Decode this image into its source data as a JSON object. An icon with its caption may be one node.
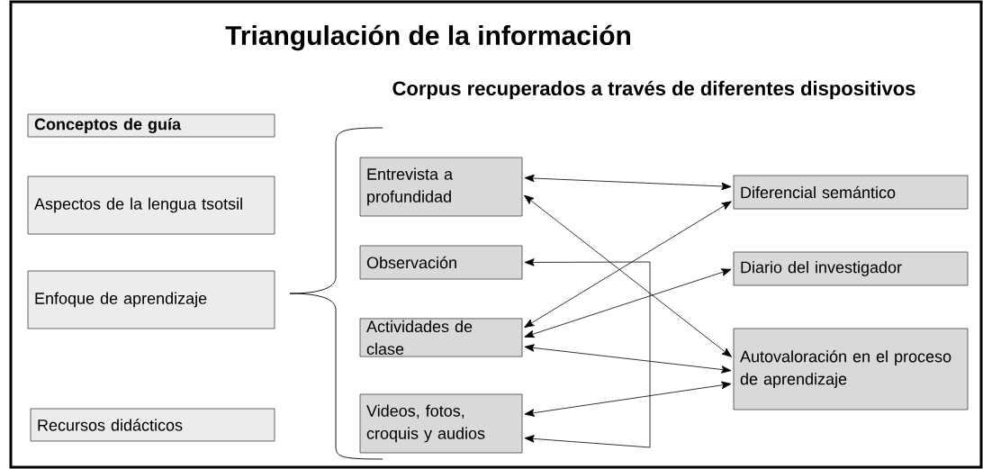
{
  "diagram": {
    "title": "Triangulación de la información",
    "nodes": [
      {
        "text": [
          "Conceptos de guía"
        ]
      },
      {
        "text": [
          "Aspectos de la lengua tsotsil"
        ]
      },
      {
        "text": [
          "Enfoque de aprendizaje"
        ]
      },
      {
        "text": [
          "Recursos didácticos"
        ]
      },
      {
        "text": [
          "Entrevista a profundidad"
        ]
      },
      {
        "text": [
          "Observación"
        ]
      },
      {
        "text": [
          "Actividades de clase"
        ]
      },
      {
        "text": [
          "Videos, fotos, croquis y audios"
        ]
      },
      {
        "text": [
          "Diferencial semántico"
        ]
      },
      {
        "text": [
          "Diario del investigador"
        ]
      },
      {
        "text": [
          "Autovaloración en el proceso de aprendizaje"
        ]
      }
    ],
    "edges": [
      {
        "from": 4,
        "to": 8,
        "arrow": "both"
      },
      {
        "from": 4,
        "to": 10,
        "arrow": "both"
      },
      {
        "from": 6,
        "to": 8,
        "arrow": "both"
      },
      {
        "from": 6,
        "to": 9,
        "arrow": "both"
      },
      {
        "from": 6,
        "to": 10,
        "arrow": "both"
      },
      {
        "from": 10,
        "to": 7,
        "arrow": "both"
      },
      {
        "from": 5,
        "to": 7,
        "arrow": "both"
      }
    ],
    "labels": [
      "Corpus recuperados a través de diferentes dispositivos"
    ]
  }
}
